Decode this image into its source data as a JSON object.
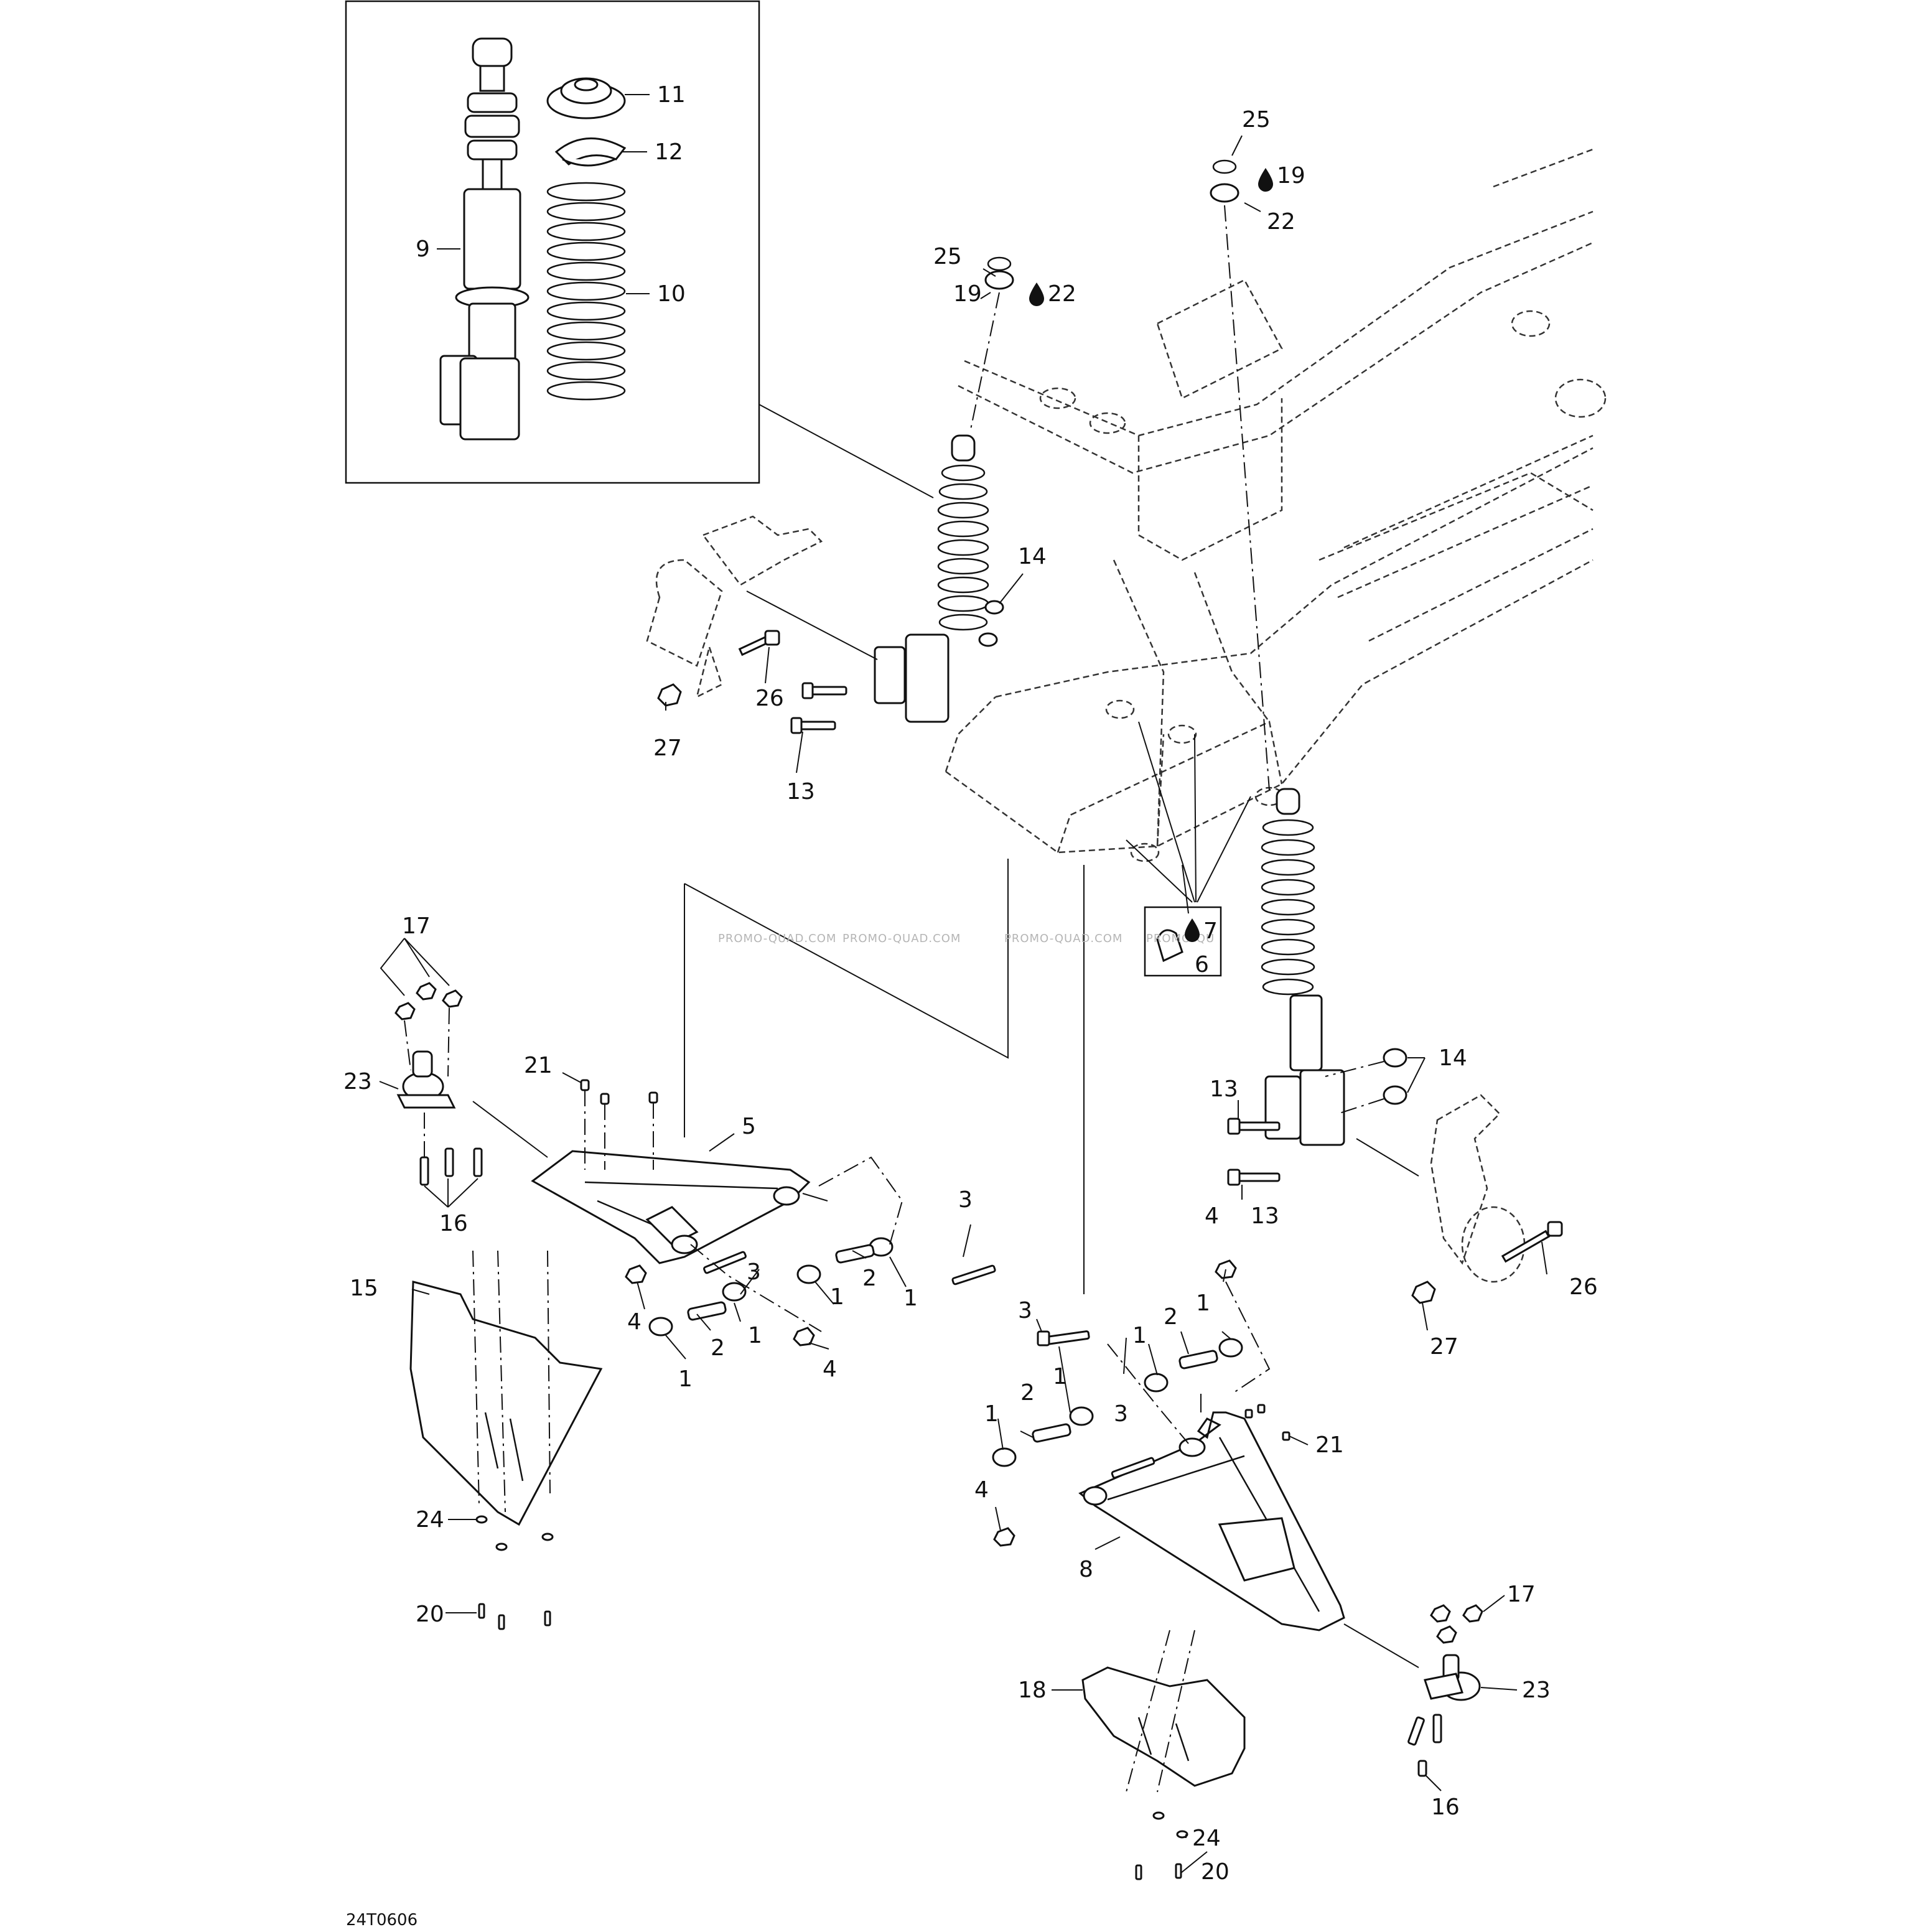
{
  "drawing_code": "24T0606",
  "watermarks": [
    "PROMO-QUAD.COM",
    "PROMO-QUAD.COM",
    "PROMO-QUAD.COM",
    "PROMO-QU"
  ],
  "callouts": {
    "n1a": "1",
    "n1b": "1",
    "n1c": "1",
    "n1d": "1",
    "n1e": "1",
    "n1f": "1",
    "n1g": "1",
    "n1h": "1",
    "n2a": "2",
    "n2b": "2",
    "n2c": "2",
    "n2d": "2",
    "n3a": "3",
    "n3b": "3",
    "n3c": "3",
    "n3d": "3",
    "n4a": "4",
    "n4b": "4",
    "n4c": "4",
    "n4d": "4",
    "n5": "5",
    "n6": "6",
    "n7": "7",
    "n8": "8",
    "n9": "9",
    "n10": "10",
    "n11": "11",
    "n12": "12",
    "n13a": "13",
    "n13b": "13",
    "n13c": "13",
    "n14a": "14",
    "n14b": "14",
    "n15": "15",
    "n16a": "16",
    "n16b": "16",
    "n17a": "17",
    "n17b": "17",
    "n18": "18",
    "n19a": "19",
    "n19b": "19",
    "n20a": "20",
    "n20b": "20",
    "n21a": "21",
    "n21b": "21",
    "n22a": "22",
    "n22b": "22",
    "n23a": "23",
    "n23b": "23",
    "n24a": "24",
    "n24b": "24",
    "n25a": "25",
    "n25b": "25",
    "n26a": "26",
    "n26b": "26",
    "n27a": "27",
    "n27b": "27"
  },
  "icons": {
    "lubricant": "oil-drop-icon"
  }
}
